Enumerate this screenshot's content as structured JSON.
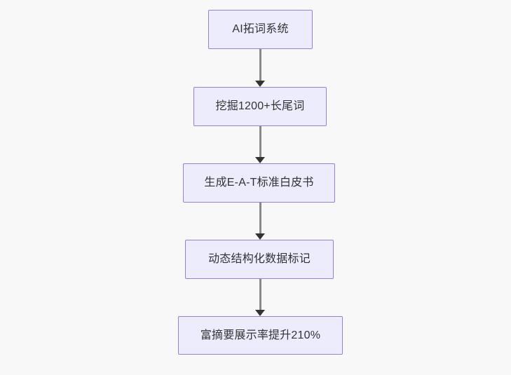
{
  "diagram": {
    "type": "flowchart",
    "direction": "top-to-bottom",
    "background_color": "#f8f8f8",
    "node_fill_color": "#ececfd",
    "node_border_color": "#9a7fd1",
    "node_text_color": "#333333",
    "edge_color": "#8a8a8a",
    "arrowhead_color": "#333333",
    "nodes": [
      {
        "id": "n1",
        "label": "AI拓词系统"
      },
      {
        "id": "n2",
        "label": "挖掘1200+长尾词"
      },
      {
        "id": "n3",
        "label": "生成E-A-T标准白皮书"
      },
      {
        "id": "n4",
        "label": "动态结构化数据标记"
      },
      {
        "id": "n5",
        "label": "富摘要展示率提升210%"
      }
    ],
    "edges": [
      {
        "from": "n1",
        "to": "n2",
        "label": ""
      },
      {
        "from": "n2",
        "to": "n3",
        "label": ""
      },
      {
        "from": "n3",
        "to": "n4",
        "label": ""
      },
      {
        "from": "n4",
        "to": "n5",
        "label": ""
      }
    ]
  }
}
